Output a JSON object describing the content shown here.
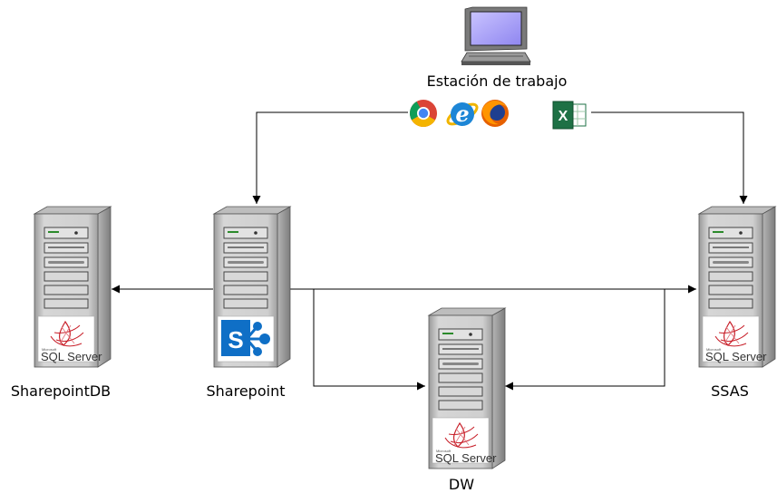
{
  "workstation": {
    "label": "Estación de trabajo"
  },
  "servers": {
    "sharepointdb": {
      "label": "SharepointDB",
      "badge": "SQL Server",
      "badge_small": "Microsoft"
    },
    "sharepoint": {
      "label": "Sharepoint",
      "badge_letter": "S"
    },
    "ssas": {
      "label": "SSAS",
      "badge": "SQL Server",
      "badge_small": "Microsoft"
    },
    "dw": {
      "label": "DW",
      "badge": "SQL Server",
      "badge_small": "Microsoft"
    }
  },
  "icons": {
    "browsers": [
      "chrome-icon",
      "internet-explorer-icon",
      "firefox-icon"
    ],
    "excel": "excel-icon",
    "excel_letter": "X",
    "ie_letter": "e"
  },
  "colors": {
    "server_body": "#c9c9c9",
    "server_dark": "#8a8a8a",
    "sharepoint_blue": "#0f6fc6",
    "excel_green": "#1e7145",
    "sql_red": "#c8202a",
    "line": "#000000"
  }
}
